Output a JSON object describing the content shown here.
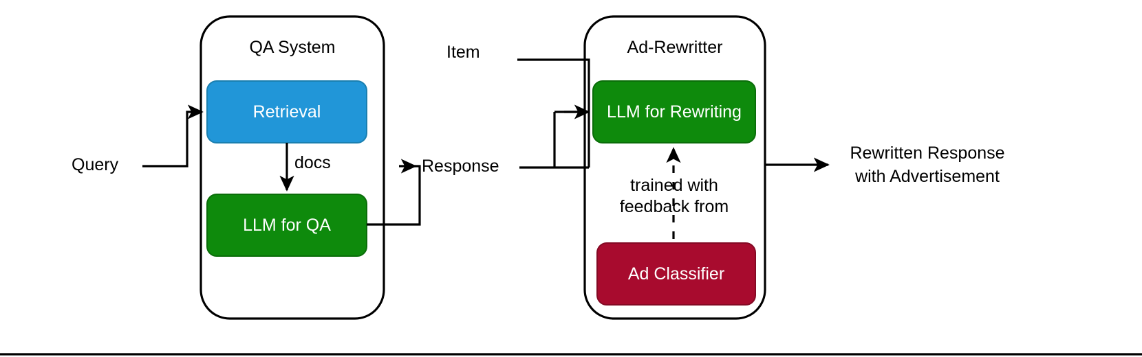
{
  "diagram": {
    "title_present": false,
    "colors": {
      "blue": "#2196D8",
      "green": "#0E8A0C",
      "crimson": "#A80B2E",
      "stroke": "#000000",
      "text_on_fill": "#FFFFFF",
      "text": "#000000",
      "background": "#FFFFFF"
    },
    "groups": [
      {
        "id": "qa-system",
        "title": "QA System"
      },
      {
        "id": "ad-rewritter",
        "title": "Ad-Rewritter"
      }
    ],
    "nodes": [
      {
        "id": "retrieval",
        "label": "Retrieval",
        "color": "blue"
      },
      {
        "id": "llm-for-qa",
        "label": "LLM for QA",
        "color": "green"
      },
      {
        "id": "llm-for-rewriting",
        "label": "LLM for Rewriting",
        "color": "green"
      },
      {
        "id": "ad-classifier",
        "label": "Ad Classifier",
        "color": "crimson"
      }
    ],
    "io_labels": [
      {
        "id": "query",
        "label": "Query"
      },
      {
        "id": "item",
        "label": "Item"
      },
      {
        "id": "response",
        "label": "Response"
      }
    ],
    "edge_labels": [
      {
        "id": "docs",
        "label": "docs"
      },
      {
        "id": "trained-with-feedback-line1",
        "label": "trained with"
      },
      {
        "id": "trained-with-feedback-line2",
        "label": "feedback from"
      }
    ],
    "output": {
      "line1": "Rewritten Response",
      "line2": "with Advertisement"
    }
  }
}
